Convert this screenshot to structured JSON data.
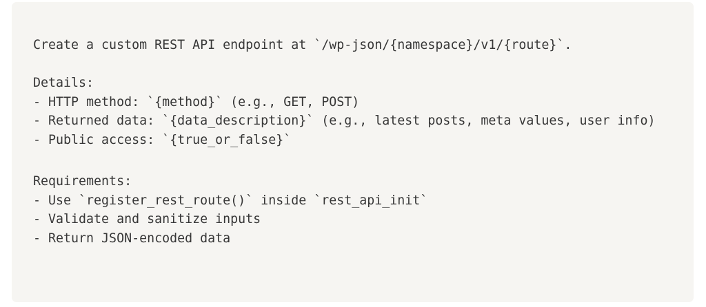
{
  "code_block": {
    "lines": [
      "Create a custom REST API endpoint at `/wp-json/{namespace}/v1/{route}`.",
      "",
      "Details:",
      "- HTTP method: `{method}` (e.g., GET, POST)",
      "- Returned data: `{data_description}` (e.g., latest posts, meta values, user info)",
      "- Public access: `{true_or_false}`",
      "",
      "Requirements:",
      "- Use `register_rest_route()` inside `rest_api_init`",
      "- Validate and sanitize inputs",
      "- Return JSON-encoded data"
    ],
    "background_color": "#f6f5f2",
    "text_color": "#373737"
  }
}
